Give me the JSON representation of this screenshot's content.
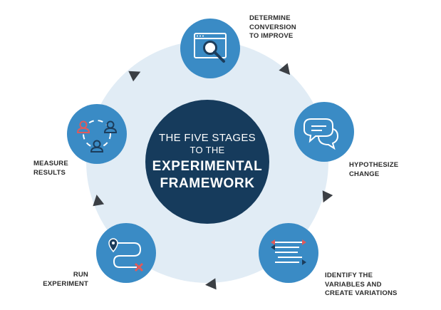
{
  "colors": {
    "ring": "#e1ecf5",
    "stage_fill": "#3a8bc5",
    "center_fill": "#163b5c",
    "arrow": "#3b3f44",
    "icon_white": "#ffffff",
    "icon_dark": "#1c3d5c",
    "icon_red": "#e05a5a"
  },
  "center": {
    "line1": "THE FIVE STAGES",
    "line2": "TO THE",
    "line3": "EXPERIMENTAL",
    "line4": "FRAMEWORK"
  },
  "stages": [
    {
      "id": "determine",
      "icon": "browser-search-icon",
      "label": [
        "DETERMINE",
        "CONVERSION",
        "TO IMPROVE"
      ]
    },
    {
      "id": "hypothesize",
      "icon": "chat-bubbles-icon",
      "label": [
        "HYPOTHESIZE",
        "CHANGE"
      ]
    },
    {
      "id": "identify",
      "icon": "variations-list-icon",
      "label": [
        "IDENTIFY THE",
        "VARIABLES AND",
        "CREATE VARIATIONS"
      ]
    },
    {
      "id": "run",
      "icon": "route-path-icon",
      "label": [
        "RUN",
        "EXPERIMENT"
      ]
    },
    {
      "id": "measure",
      "icon": "users-cycle-icon",
      "label": [
        "MEASURE",
        "RESULTS"
      ]
    }
  ]
}
